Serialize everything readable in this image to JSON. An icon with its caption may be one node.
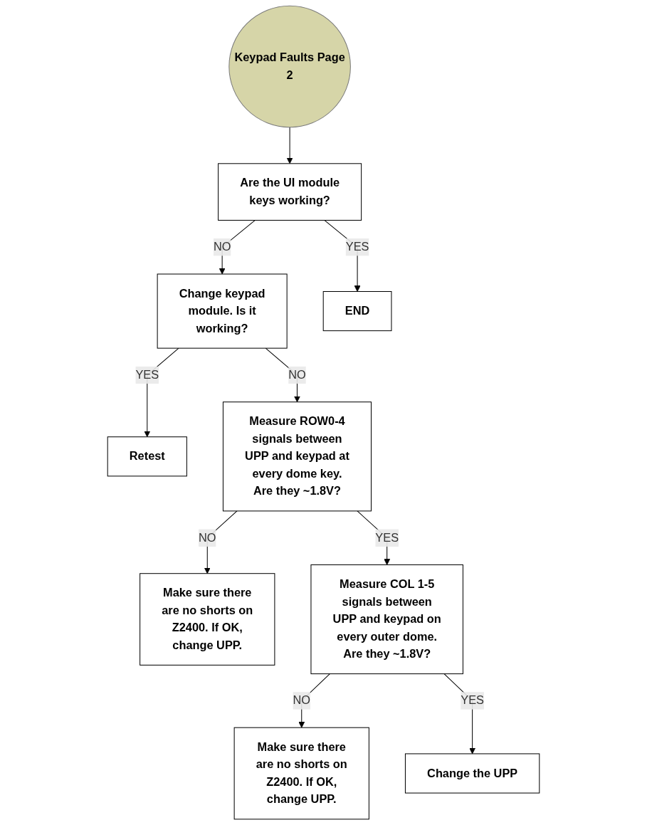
{
  "diagram": {
    "nodes": [
      {
        "text": [
          "Keypad Faults Page 2"
        ]
      },
      {
        "text": [
          "Are the UI module keys working?"
        ]
      },
      {
        "text": [
          "Change keypad module. Is it working?"
        ]
      },
      {
        "text": [
          "Retest"
        ]
      },
      {
        "text": [
          "Measure ROW0-4 signals between UPP and keypad at every dome key. Are they ~1.8V?"
        ]
      },
      {
        "text": [
          "Make sure there are no shorts on Z2400. If OK, change UPP."
        ]
      },
      {
        "text": [
          "END"
        ]
      },
      {
        "text": [
          "Measure COL 1-5 signals between UPP and keypad on every outer dome. Are they ~1.8V?"
        ]
      },
      {
        "text": [
          "Make sure there are no shorts on Z2400. If OK, change UPP."
        ]
      },
      {
        "text": [
          "Change the UPP"
        ]
      }
    ],
    "edges": [
      {
        "from": 0,
        "to": 1,
        "arrow": "to"
      },
      {
        "from": 1,
        "to": 2,
        "arrow": "to",
        "label": "NO"
      },
      {
        "from": 2,
        "to": 3,
        "arrow": "to",
        "label": "YES"
      },
      {
        "from": 2,
        "to": 4,
        "arrow": "to",
        "label": "NO"
      },
      {
        "from": 4,
        "to": 5,
        "arrow": "to",
        "label": "NO"
      },
      {
        "from": 1,
        "to": 6,
        "arrow": "to",
        "label": "YES"
      },
      {
        "from": 4,
        "to": 7,
        "arrow": "to",
        "label": "YES"
      },
      {
        "from": 7,
        "to": 8,
        "arrow": "to",
        "label": "NO"
      },
      {
        "from": 7,
        "to": 9,
        "arrow": "to",
        "label": "YES"
      }
    ]
  }
}
